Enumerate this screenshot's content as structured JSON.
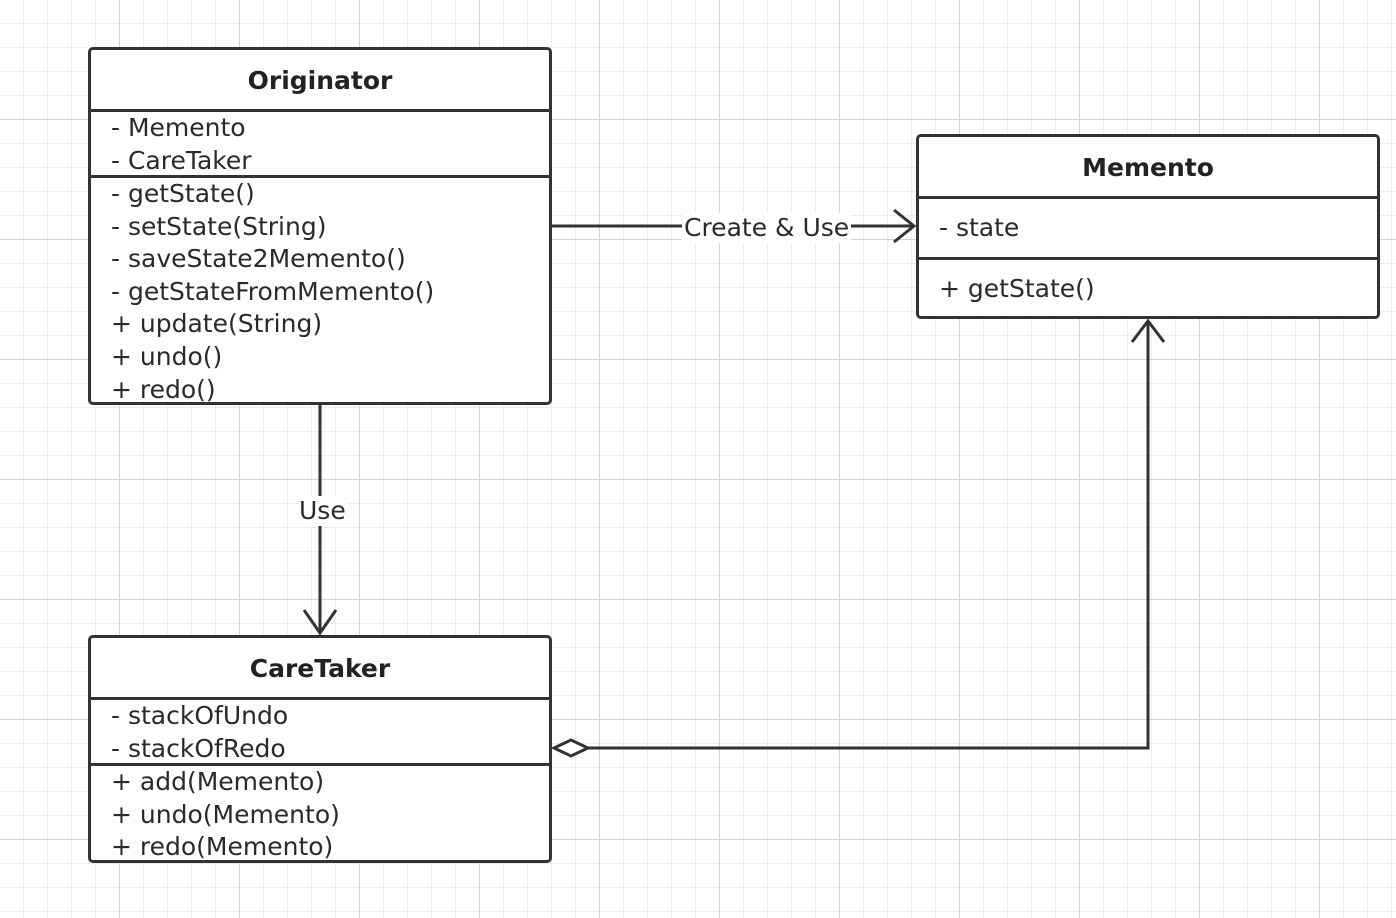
{
  "classes": {
    "originator": {
      "name": "Originator",
      "attributes": [
        "- Memento",
        "- CareTaker"
      ],
      "methods": [
        "- getState()",
        "- setState(String)",
        "- saveState2Memento()",
        "- getStateFromMemento()",
        "+ update(String)",
        "+ undo()",
        "+ redo()"
      ]
    },
    "memento": {
      "name": "Memento",
      "attributes": [
        "- state"
      ],
      "methods": [
        "+ getState()"
      ]
    },
    "caretaker": {
      "name": "CareTaker",
      "attributes": [
        "- stackOfUndo",
        "- stackOfRedo"
      ],
      "methods": [
        "+ add(Memento)",
        "+ undo(Memento)",
        "+ redo(Memento)"
      ]
    }
  },
  "relations": {
    "originator_to_memento": {
      "label": "Create & Use",
      "kind": "dependency"
    },
    "originator_to_caretaker": {
      "label": "Use",
      "kind": "dependency"
    },
    "caretaker_to_memento": {
      "label": "",
      "kind": "aggregation"
    }
  },
  "colors": {
    "line": "#333333",
    "grid_major": "#d4d4d4",
    "grid_minor": "#ececec",
    "background": "#ffffff"
  }
}
